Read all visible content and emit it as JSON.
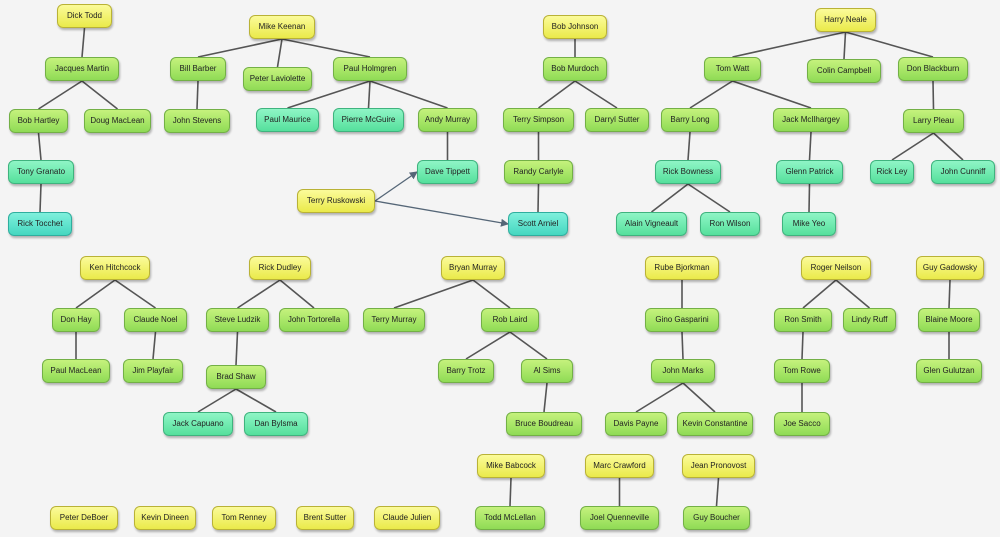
{
  "colors": {
    "yellow": "#f4f46a",
    "green": "#a6e663",
    "mint": "#6ee8ad",
    "teal": "#5fe3cc",
    "edge": "#555555",
    "arrow": "#556677"
  },
  "nodes": [
    {
      "id": "dick-todd",
      "label": "Dick Todd",
      "color": "yellow"
    },
    {
      "id": "jacques-martin",
      "label": "Jacques Martin",
      "color": "green"
    },
    {
      "id": "bob-hartley",
      "label": "Bob Hartley",
      "color": "green"
    },
    {
      "id": "doug-maclean",
      "label": "Doug MacLean",
      "color": "green"
    },
    {
      "id": "tony-granato",
      "label": "Tony Granato",
      "color": "mint"
    },
    {
      "id": "rick-tocchet",
      "label": "Rick Tocchet",
      "color": "teal"
    },
    {
      "id": "mike-keenan",
      "label": "Mike Keenan",
      "color": "yellow"
    },
    {
      "id": "bill-barber",
      "label": "Bill Barber",
      "color": "green"
    },
    {
      "id": "peter-laviolette",
      "label": "Peter Laviolette",
      "color": "green"
    },
    {
      "id": "paul-holmgren",
      "label": "Paul Holmgren",
      "color": "green"
    },
    {
      "id": "john-stevens",
      "label": "John Stevens",
      "color": "green"
    },
    {
      "id": "paul-maurice",
      "label": "Paul Maurice",
      "color": "mint"
    },
    {
      "id": "pierre-mcguire",
      "label": "Pierre McGuire",
      "color": "mint"
    },
    {
      "id": "andy-murray",
      "label": "Andy Murray",
      "color": "green"
    },
    {
      "id": "dave-tippett",
      "label": "Dave Tippett",
      "color": "mint"
    },
    {
      "id": "terry-ruskowski",
      "label": "Terry Ruskowski",
      "color": "yellow"
    },
    {
      "id": "bob-johnson",
      "label": "Bob Johnson",
      "color": "yellow"
    },
    {
      "id": "bob-murdoch",
      "label": "Bob Murdoch",
      "color": "green"
    },
    {
      "id": "terry-simpson",
      "label": "Terry Simpson",
      "color": "green"
    },
    {
      "id": "darryl-sutter",
      "label": "Darryl Sutter",
      "color": "green"
    },
    {
      "id": "randy-carlyle",
      "label": "Randy Carlyle",
      "color": "green"
    },
    {
      "id": "scott-arniel",
      "label": "Scott Arniel",
      "color": "teal"
    },
    {
      "id": "harry-neale",
      "label": "Harry Neale",
      "color": "yellow"
    },
    {
      "id": "tom-watt",
      "label": "Tom Watt",
      "color": "green"
    },
    {
      "id": "colin-campbell",
      "label": "Colin Campbell",
      "color": "green"
    },
    {
      "id": "don-blackburn",
      "label": "Don Blackburn",
      "color": "green"
    },
    {
      "id": "barry-long",
      "label": "Barry Long",
      "color": "green"
    },
    {
      "id": "jack-mcilhargey",
      "label": "Jack McIlhargey",
      "color": "green"
    },
    {
      "id": "larry-pleau",
      "label": "Larry Pleau",
      "color": "green"
    },
    {
      "id": "rick-bowness",
      "label": "Rick Bowness",
      "color": "mint"
    },
    {
      "id": "glenn-patrick",
      "label": "Glenn Patrick",
      "color": "mint"
    },
    {
      "id": "rick-ley",
      "label": "Rick Ley",
      "color": "mint"
    },
    {
      "id": "john-cunniff",
      "label": "John Cunniff",
      "color": "mint"
    },
    {
      "id": "alain-vigneault",
      "label": "Alain Vigneault",
      "color": "mint"
    },
    {
      "id": "ron-wilson",
      "label": "Ron Wilson",
      "color": "mint"
    },
    {
      "id": "mike-yeo",
      "label": "Mike Yeo",
      "color": "mint"
    },
    {
      "id": "ken-hitchcock",
      "label": "Ken Hitchcock",
      "color": "yellow"
    },
    {
      "id": "don-hay",
      "label": "Don Hay",
      "color": "green"
    },
    {
      "id": "claude-noel",
      "label": "Claude Noel",
      "color": "green"
    },
    {
      "id": "paul-maclean",
      "label": "Paul MacLean",
      "color": "green"
    },
    {
      "id": "jim-playfair",
      "label": "Jim Playfair",
      "color": "green"
    },
    {
      "id": "rick-dudley",
      "label": "Rick Dudley",
      "color": "yellow"
    },
    {
      "id": "steve-ludzik",
      "label": "Steve Ludzik",
      "color": "green"
    },
    {
      "id": "john-tortorella",
      "label": "John Tortorella",
      "color": "green"
    },
    {
      "id": "brad-shaw",
      "label": "Brad Shaw",
      "color": "green"
    },
    {
      "id": "jack-capuano",
      "label": "Jack Capuano",
      "color": "mint"
    },
    {
      "id": "dan-bylsma",
      "label": "Dan Bylsma",
      "color": "mint"
    },
    {
      "id": "bryan-murray",
      "label": "Bryan Murray",
      "color": "yellow"
    },
    {
      "id": "terry-murray",
      "label": "Terry Murray",
      "color": "green"
    },
    {
      "id": "rob-laird",
      "label": "Rob Laird",
      "color": "green"
    },
    {
      "id": "barry-trotz",
      "label": "Barry Trotz",
      "color": "green"
    },
    {
      "id": "al-sims",
      "label": "Al Sims",
      "color": "green"
    },
    {
      "id": "bruce-boudreau",
      "label": "Bruce Boudreau",
      "color": "green"
    },
    {
      "id": "rube-bjorkman",
      "label": "Rube Bjorkman",
      "color": "yellow"
    },
    {
      "id": "gino-gasparini",
      "label": "Gino Gasparini",
      "color": "green"
    },
    {
      "id": "john-marks",
      "label": "John Marks",
      "color": "green"
    },
    {
      "id": "davis-payne",
      "label": "Davis Payne",
      "color": "green"
    },
    {
      "id": "kevin-constantine",
      "label": "Kevin Constantine",
      "color": "green"
    },
    {
      "id": "roger-neilson",
      "label": "Roger Neilson",
      "color": "yellow"
    },
    {
      "id": "ron-smith",
      "label": "Ron Smith",
      "color": "green"
    },
    {
      "id": "lindy-ruff",
      "label": "Lindy Ruff",
      "color": "green"
    },
    {
      "id": "tom-rowe",
      "label": "Tom Rowe",
      "color": "green"
    },
    {
      "id": "joe-sacco",
      "label": "Joe Sacco",
      "color": "green"
    },
    {
      "id": "guy-gadowsky",
      "label": "Guy Gadowsky",
      "color": "yellow"
    },
    {
      "id": "blaine-moore",
      "label": "Blaine Moore",
      "color": "green"
    },
    {
      "id": "glen-gulutzan",
      "label": "Glen Gulutzan",
      "color": "green"
    },
    {
      "id": "mike-babcock",
      "label": "Mike Babcock",
      "color": "yellow"
    },
    {
      "id": "todd-mclellan",
      "label": "Todd McLellan",
      "color": "green"
    },
    {
      "id": "marc-crawford",
      "label": "Marc Crawford",
      "color": "yellow"
    },
    {
      "id": "joel-quenneville",
      "label": "Joel Quenneville",
      "color": "green"
    },
    {
      "id": "jean-pronovost",
      "label": "Jean Pronovost",
      "color": "yellow"
    },
    {
      "id": "guy-boucher",
      "label": "Guy Boucher",
      "color": "green"
    },
    {
      "id": "peter-deboer",
      "label": "Peter DeBoer",
      "color": "yellow"
    },
    {
      "id": "kevin-dineen",
      "label": "Kevin Dineen",
      "color": "yellow"
    },
    {
      "id": "tom-renney",
      "label": "Tom Renney",
      "color": "yellow"
    },
    {
      "id": "brent-sutter",
      "label": "Brent Sutter",
      "color": "yellow"
    },
    {
      "id": "claude-julien",
      "label": "Claude Julien",
      "color": "yellow"
    }
  ],
  "edges": [
    [
      "dick-todd",
      "jacques-martin"
    ],
    [
      "jacques-martin",
      "bob-hartley"
    ],
    [
      "jacques-martin",
      "doug-maclean"
    ],
    [
      "bob-hartley",
      "tony-granato"
    ],
    [
      "tony-granato",
      "rick-tocchet"
    ],
    [
      "mike-keenan",
      "bill-barber"
    ],
    [
      "mike-keenan",
      "peter-laviolette"
    ],
    [
      "mike-keenan",
      "paul-holmgren"
    ],
    [
      "bill-barber",
      "john-stevens"
    ],
    [
      "paul-holmgren",
      "paul-maurice"
    ],
    [
      "paul-holmgren",
      "pierre-mcguire"
    ],
    [
      "paul-holmgren",
      "andy-murray"
    ],
    [
      "andy-murray",
      "dave-tippett"
    ],
    [
      "bob-johnson",
      "bob-murdoch"
    ],
    [
      "bob-murdoch",
      "terry-simpson"
    ],
    [
      "bob-murdoch",
      "darryl-sutter"
    ],
    [
      "terry-simpson",
      "randy-carlyle"
    ],
    [
      "randy-carlyle",
      "scott-arniel"
    ],
    [
      "harry-neale",
      "tom-watt"
    ],
    [
      "harry-neale",
      "colin-campbell"
    ],
    [
      "harry-neale",
      "don-blackburn"
    ],
    [
      "tom-watt",
      "barry-long"
    ],
    [
      "tom-watt",
      "jack-mcilhargey"
    ],
    [
      "don-blackburn",
      "larry-pleau"
    ],
    [
      "barry-long",
      "rick-bowness"
    ],
    [
      "jack-mcilhargey",
      "glenn-patrick"
    ],
    [
      "larry-pleau",
      "rick-ley"
    ],
    [
      "larry-pleau",
      "john-cunniff"
    ],
    [
      "rick-bowness",
      "alain-vigneault"
    ],
    [
      "rick-bowness",
      "ron-wilson"
    ],
    [
      "glenn-patrick",
      "mike-yeo"
    ],
    [
      "ken-hitchcock",
      "don-hay"
    ],
    [
      "ken-hitchcock",
      "claude-noel"
    ],
    [
      "don-hay",
      "paul-maclean"
    ],
    [
      "claude-noel",
      "jim-playfair"
    ],
    [
      "rick-dudley",
      "steve-ludzik"
    ],
    [
      "rick-dudley",
      "john-tortorella"
    ],
    [
      "steve-ludzik",
      "brad-shaw"
    ],
    [
      "brad-shaw",
      "jack-capuano"
    ],
    [
      "brad-shaw",
      "dan-bylsma"
    ],
    [
      "bryan-murray",
      "terry-murray"
    ],
    [
      "bryan-murray",
      "rob-laird"
    ],
    [
      "rob-laird",
      "barry-trotz"
    ],
    [
      "rob-laird",
      "al-sims"
    ],
    [
      "al-sims",
      "bruce-boudreau"
    ],
    [
      "rube-bjorkman",
      "gino-gasparini"
    ],
    [
      "gino-gasparini",
      "john-marks"
    ],
    [
      "john-marks",
      "davis-payne"
    ],
    [
      "john-marks",
      "kevin-constantine"
    ],
    [
      "roger-neilson",
      "ron-smith"
    ],
    [
      "roger-neilson",
      "lindy-ruff"
    ],
    [
      "ron-smith",
      "tom-rowe"
    ],
    [
      "tom-rowe",
      "joe-sacco"
    ],
    [
      "guy-gadowsky",
      "blaine-moore"
    ],
    [
      "blaine-moore",
      "glen-gulutzan"
    ],
    [
      "mike-babcock",
      "todd-mclellan"
    ],
    [
      "marc-crawford",
      "joel-quenneville"
    ],
    [
      "jean-pronovost",
      "guy-boucher"
    ]
  ],
  "arrows": [
    [
      "terry-ruskowski",
      "dave-tippett"
    ],
    [
      "terry-ruskowski",
      "scott-arniel"
    ]
  ]
}
